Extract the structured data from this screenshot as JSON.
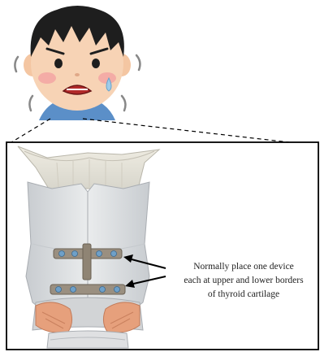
{
  "annotation": {
    "lines": [
      "Normally place one device",
      "each at upper and lower borders",
      "of thyroid cartilage"
    ]
  },
  "colors": {
    "face": "#f7d3b5",
    "hair": "#1e1e1e",
    "shirt": "#5b8fc8",
    "cartilage": "#dcdcdc",
    "plate": "#9a8f80",
    "screw": "#6fa0c8",
    "muscle": "#e6a07c",
    "frame": "#000000"
  },
  "icons": [
    "boy-sweating-icon",
    "thyroid-cartilage-illustration",
    "titanium-plate-device"
  ]
}
